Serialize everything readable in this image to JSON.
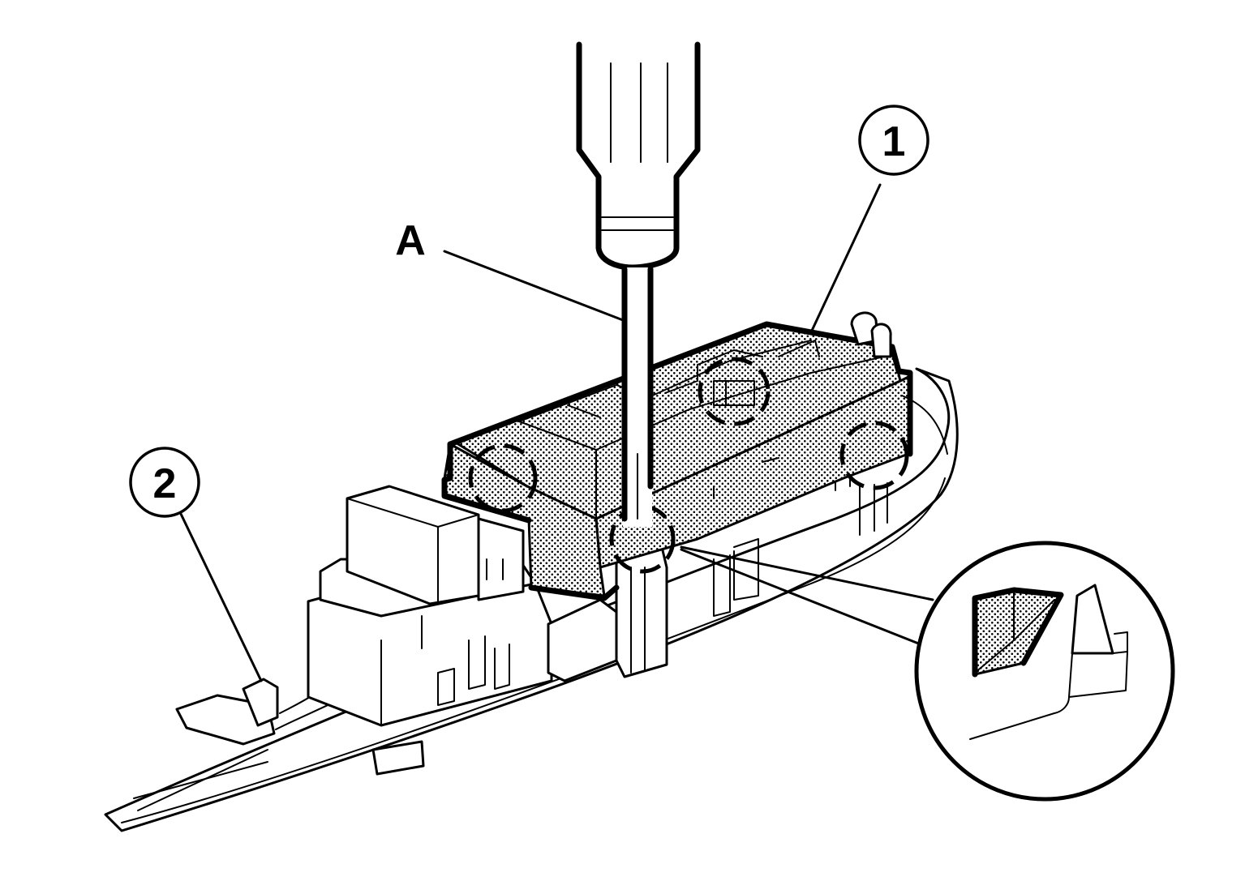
{
  "callouts": {
    "one": "1",
    "two": "2",
    "a": "A"
  }
}
